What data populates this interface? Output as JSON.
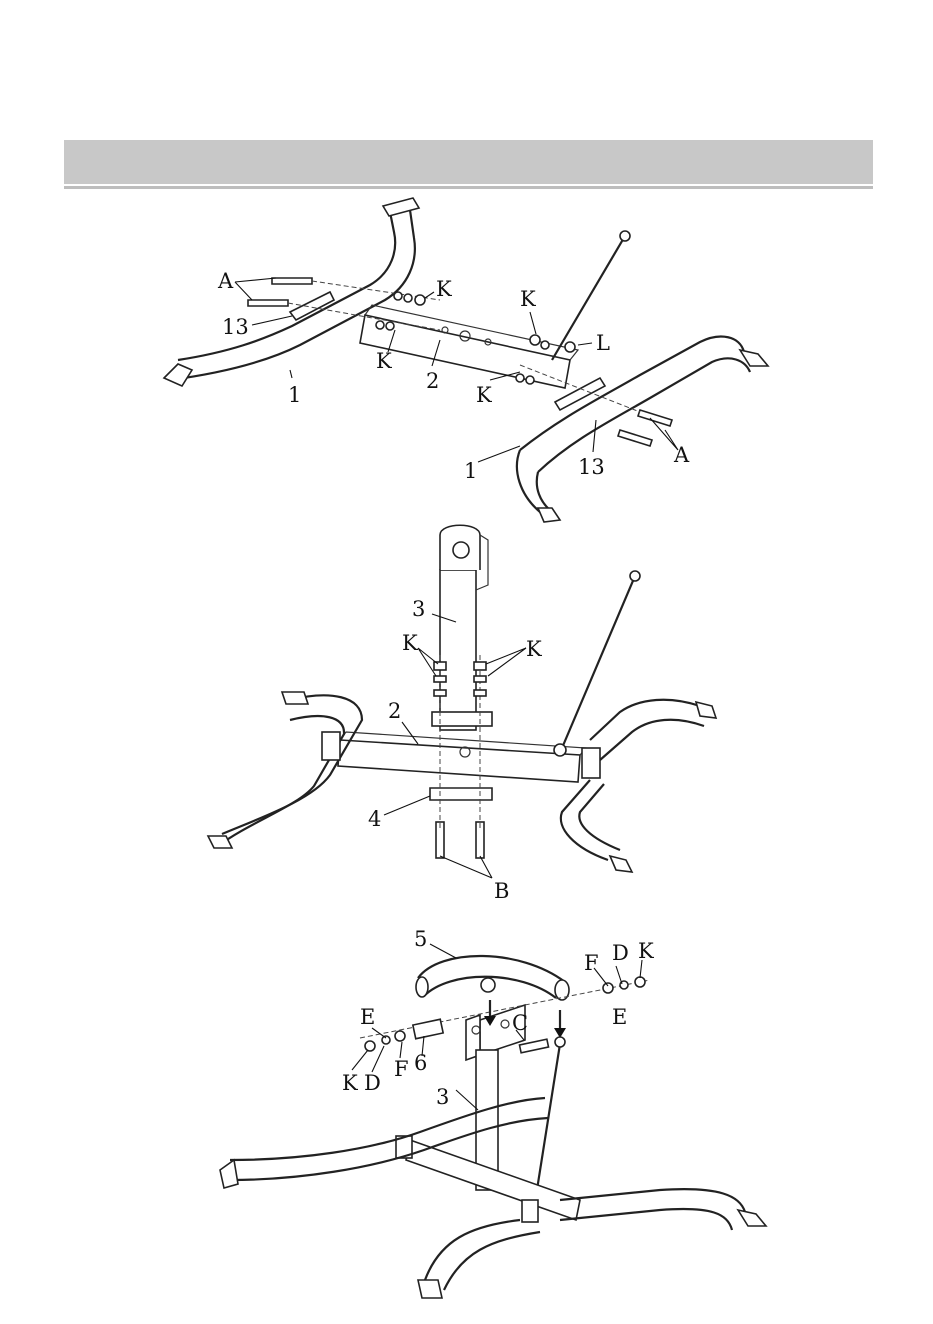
{
  "header": {
    "title": ""
  },
  "steps": [
    {
      "labels": [
        {
          "id": "A",
          "text": "A"
        },
        {
          "id": "13",
          "text": "13"
        },
        {
          "id": "K1",
          "text": "K"
        },
        {
          "id": "K2",
          "text": "K"
        },
        {
          "id": "K3",
          "text": "K"
        },
        {
          "id": "K4",
          "text": "K"
        },
        {
          "id": "L",
          "text": "L"
        },
        {
          "id": "1a",
          "text": "1"
        },
        {
          "id": "2",
          "text": "2"
        },
        {
          "id": "1b",
          "text": "1"
        },
        {
          "id": "13b",
          "text": "13"
        },
        {
          "id": "Ab",
          "text": "A"
        }
      ]
    },
    {
      "labels": [
        {
          "id": "3",
          "text": "3"
        },
        {
          "id": "K1",
          "text": "K"
        },
        {
          "id": "K2",
          "text": "K"
        },
        {
          "id": "2",
          "text": "2"
        },
        {
          "id": "4",
          "text": "4"
        },
        {
          "id": "B",
          "text": "B"
        }
      ]
    },
    {
      "labels": [
        {
          "id": "5",
          "text": "5"
        },
        {
          "id": "F1",
          "text": "F"
        },
        {
          "id": "D1",
          "text": "D"
        },
        {
          "id": "K1",
          "text": "K"
        },
        {
          "id": "E1",
          "text": "E"
        },
        {
          "id": "E2",
          "text": "E"
        },
        {
          "id": "C",
          "text": "C"
        },
        {
          "id": "K2",
          "text": "K"
        },
        {
          "id": "D2",
          "text": "D"
        },
        {
          "id": "F2",
          "text": "F"
        },
        {
          "id": "6",
          "text": "6"
        },
        {
          "id": "3",
          "text": "3"
        }
      ]
    }
  ]
}
